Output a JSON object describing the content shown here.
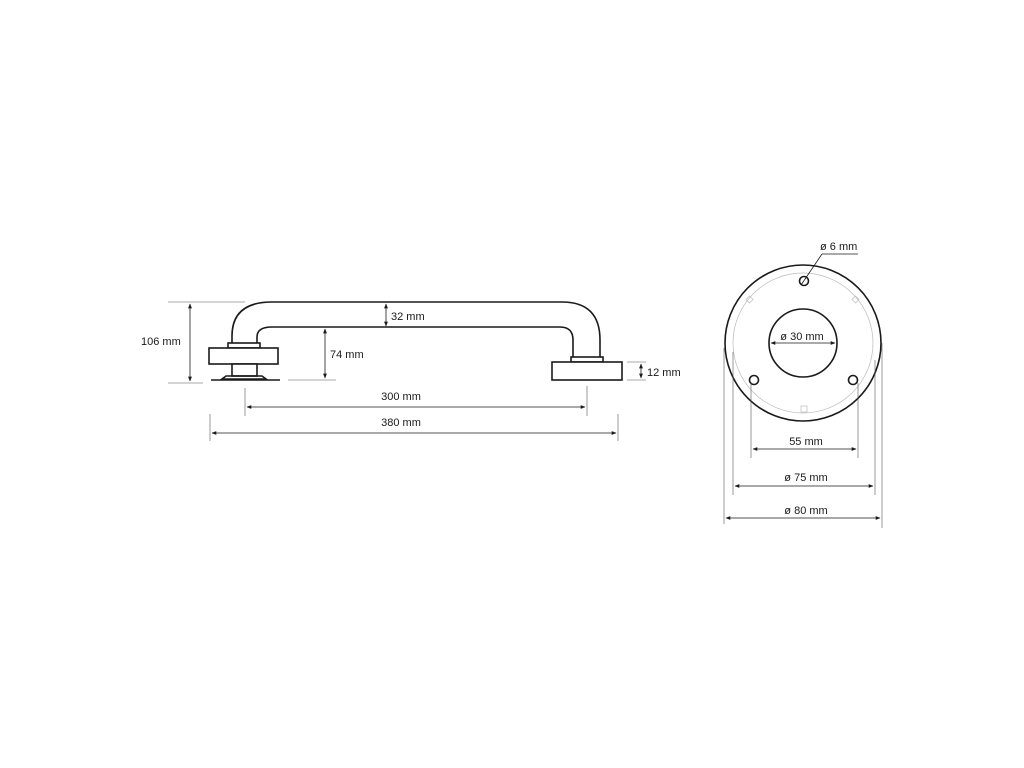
{
  "dimensions": {
    "height_total": "106 mm",
    "tube_diameter": "32 mm",
    "clearance": "74 mm",
    "base_height": "12 mm",
    "center_distance": "300 mm",
    "total_length": "380 mm",
    "hole_diameter": "ø 6 mm",
    "inner_diameter": "ø 30 mm",
    "hole_spacing": "55 mm",
    "cover_diameter": "ø 75 mm",
    "rosette_diameter": "ø 80 mm"
  },
  "colors": {
    "line": "#1a1a1a",
    "background": "#ffffff"
  }
}
